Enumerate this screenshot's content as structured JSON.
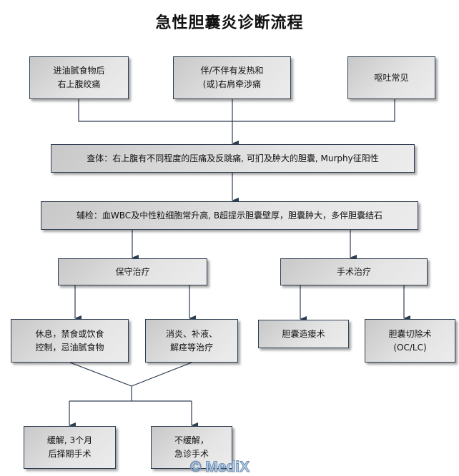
{
  "title": "急性胆囊炎诊断流程",
  "nodes": {
    "symptom1": "进油腻食物后\n右上腹绞痛",
    "symptom2": "伴/不伴有发热和\n(或)右肩牵涉痛",
    "symptom3": "呕吐常见",
    "exam": "查体：右上腹有不同程度的压痛及反跳痛, 可扪及肿大的胆囊, Murphy征阳性",
    "aux": "辅检：血WBC及中性粒细胞常升高, B超提示胆囊壁厚，胆囊肿大，多伴胆囊结石",
    "conservative": "保守治疗",
    "surgery": "手术治疗",
    "rest": "休息，禁食或饮食\n控制，忌油腻食物",
    "antiinflam": "消炎、补液、\n解痉等治疗",
    "cholecystostomy": "胆囊造瘘术",
    "cholecystectomy": "胆囊切除术\n(OC/LC)",
    "relieved": "缓解, 3个月\n后择期手术",
    "notrelieved": "不缓解，\n急诊手术"
  },
  "watermark": "© MediX"
}
